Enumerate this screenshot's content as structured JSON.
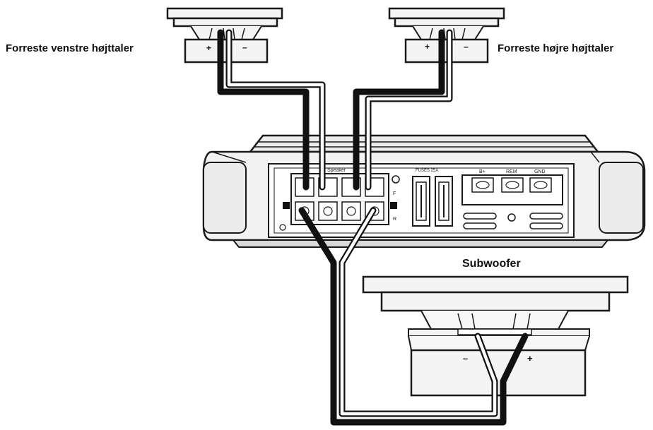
{
  "labels": {
    "front_left": "Forreste venstre højttaler",
    "front_right": "Forreste højre højttaler",
    "subwoofer": "Subwoofer"
  },
  "polarity": {
    "plus": "+",
    "minus": "–"
  },
  "amplifier": {
    "speaker_block_label": "Speaker",
    "fuse_label": "FUSES 25A",
    "power_terminals": [
      "B+",
      "REM",
      "GND"
    ],
    "channel_marks": [
      "F",
      "R"
    ]
  },
  "colors": {
    "black_wire": "#111111",
    "white_wire": "#ffffff",
    "outline": "#1a1a1a",
    "fill_light": "#f4f4f4"
  }
}
